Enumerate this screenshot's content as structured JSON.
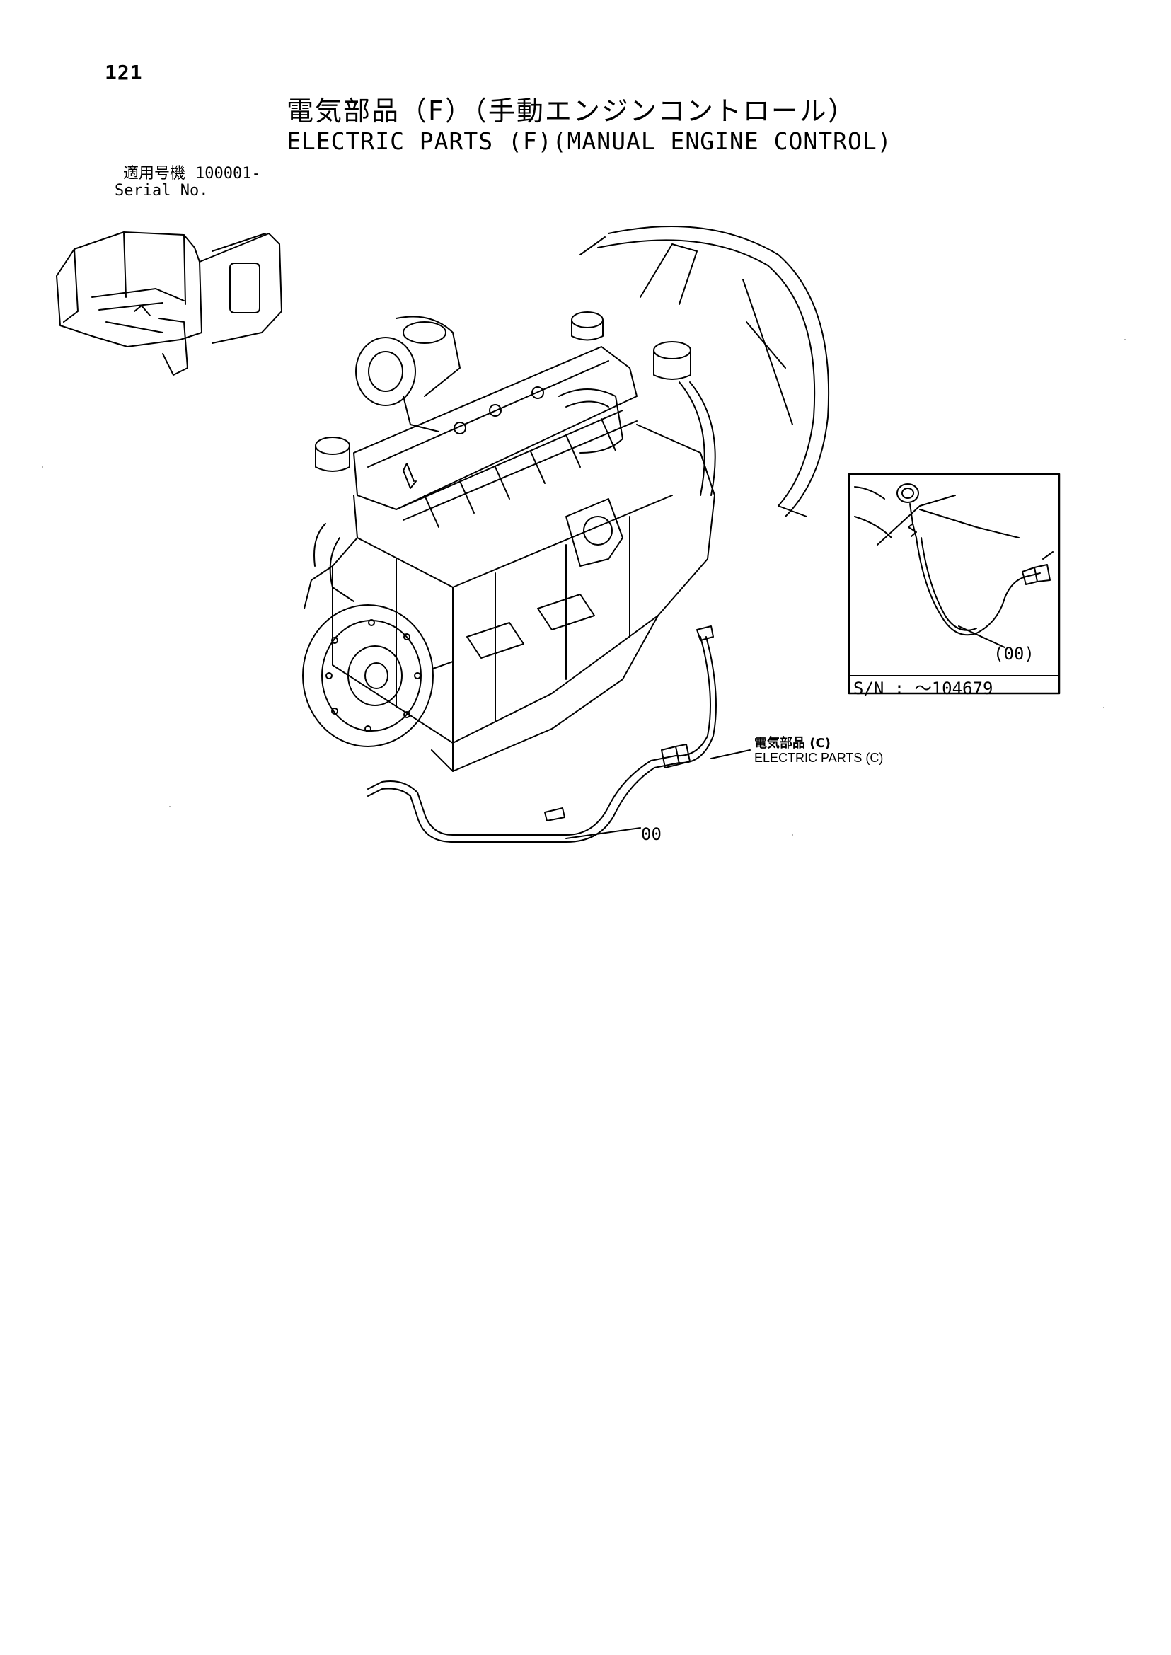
{
  "page": {
    "number": "121",
    "title_jp": "電気部品（F）（手動エンジンコントロール）",
    "title_en": "ELECTRIC PARTS (F)(MANUAL ENGINE CONTROL)"
  },
  "serial": {
    "label_jp": "適用号機",
    "value": "100001-",
    "label_en": "Serial No."
  },
  "inset": {
    "part_callout": "(00)",
    "sn_text": "S/N :  ～104679"
  },
  "reference": {
    "label_jp": "電気部品 (C)",
    "label_en": "ELECTRIC PARTS (C)"
  },
  "main_callout": "00",
  "icons": {
    "machine_thumbnail": "excavator-thumbnail-icon",
    "engine": "engine-drawing-icon",
    "harness": "wire-harness-icon"
  }
}
